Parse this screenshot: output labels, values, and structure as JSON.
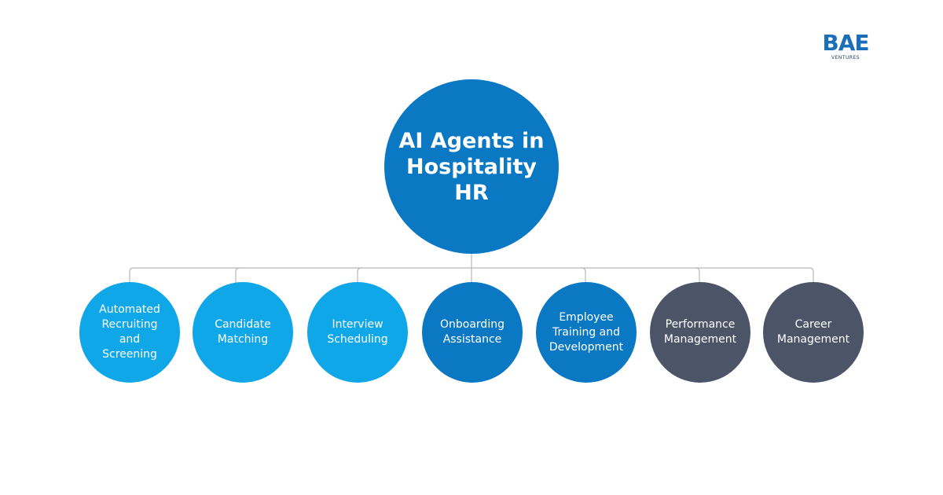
{
  "brand": {
    "logo_text": "BAE",
    "logo_subtext": "VENTURES",
    "logo_color": "#1a6fb8"
  },
  "diagram": {
    "connector_color": "#b8b8b8",
    "root": {
      "label": "AI Agents in\nHospitality\nHR",
      "color": "#0a78c2"
    },
    "nodes": [
      {
        "label": "Automated\nRecruiting\nand\nScreening",
        "color": "#10a7e8"
      },
      {
        "label": "Candidate\nMatching",
        "color": "#10a7e8"
      },
      {
        "label": "Interview\nScheduling",
        "color": "#10a7e8"
      },
      {
        "label": "Onboarding\nAssistance",
        "color": "#0a78c2"
      },
      {
        "label": "Employee\nTraining and\nDevelopment",
        "color": "#0a78c2"
      },
      {
        "label": "Performance\nManagement",
        "color": "#4c5568"
      },
      {
        "label": "Career\nManagement",
        "color": "#4c5568"
      }
    ]
  }
}
